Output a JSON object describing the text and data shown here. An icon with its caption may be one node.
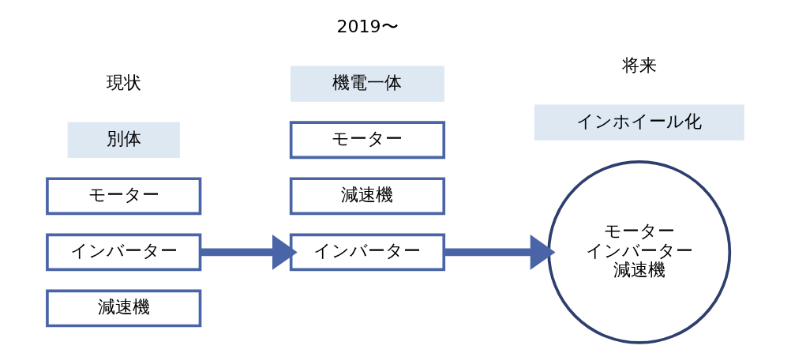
{
  "diagram": {
    "nodes": [
      {
        "text": [
          "別体"
        ]
      },
      {
        "text": [
          "モーター"
        ]
      },
      {
        "text": [
          "インバーター"
        ]
      },
      {
        "text": [
          "減速機"
        ]
      },
      {
        "text": [
          "機電一体"
        ]
      },
      {
        "text": [
          "モーター"
        ]
      },
      {
        "text": [
          "インバーター"
        ]
      },
      {
        "text": [
          "減速機"
        ]
      },
      {
        "text": [
          "インホイール化"
        ]
      },
      {
        "text": [
          "モーター",
          "インバーター",
          "減速機"
        ]
      }
    ],
    "edges": [
      {
        "from": 2,
        "to": 6,
        "arrow": "to"
      },
      {
        "from": 6,
        "to": 9,
        "arrow": "to"
      }
    ],
    "labels": [
      "現状",
      "2019〜",
      "将来"
    ]
  }
}
